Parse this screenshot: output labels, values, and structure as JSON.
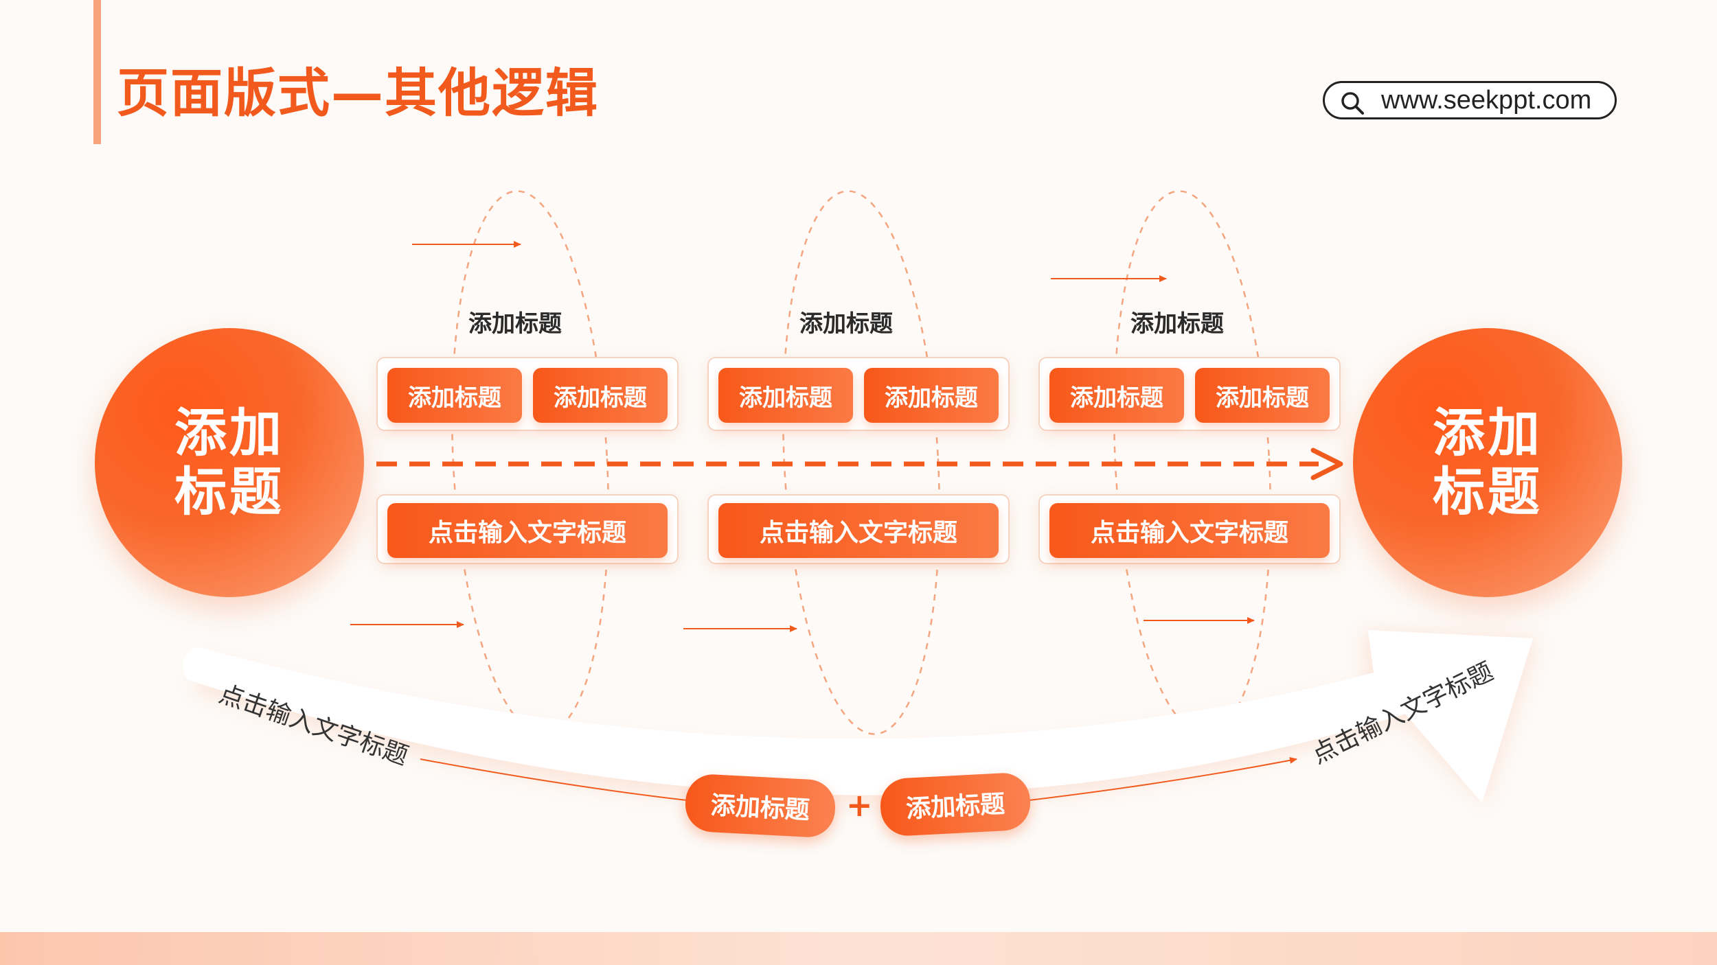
{
  "header": {
    "title": "页面版式—其他逻辑"
  },
  "search": {
    "url": "www.seekppt.com"
  },
  "start_node": {
    "label": "添加\n标题"
  },
  "end_node": {
    "label": "添加\n标题"
  },
  "steps": [
    {
      "title": "添加标题",
      "tag_a": "添加标题",
      "tag_b": "添加标题",
      "action": "点击输入文字标题"
    },
    {
      "title": "添加标题",
      "tag_a": "添加标题",
      "tag_b": "添加标题",
      "action": "点击输入文字标题"
    },
    {
      "title": "添加标题",
      "tag_a": "添加标题",
      "tag_b": "添加标题",
      "action": "点击输入文字标题"
    }
  ],
  "arc": {
    "left_label": "点击输入文字标题",
    "right_label": "点击输入文字标题",
    "pill_a": "添加标题",
    "plus": "+",
    "pill_b": "添加标题"
  },
  "colors": {
    "accent": "#f25a1d",
    "accent_light": "#fca27a",
    "text_dark": "#2b2b2b"
  },
  "icons": {
    "search": "search-icon"
  }
}
